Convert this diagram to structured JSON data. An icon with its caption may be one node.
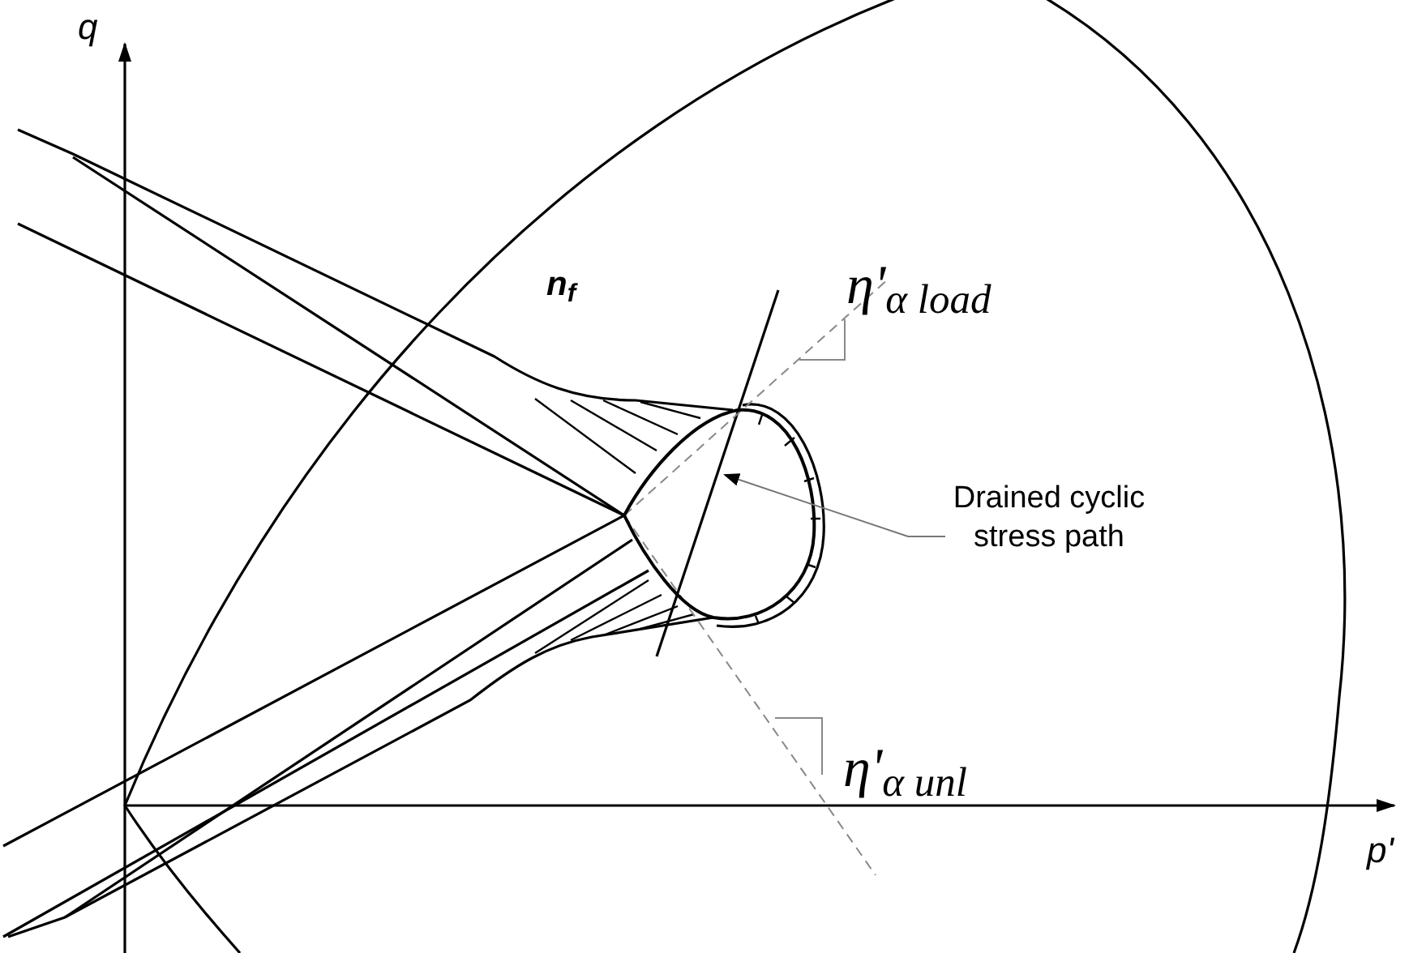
{
  "diagram": {
    "nodes": [
      {
        "text": [
          "Drained cyclic stress path"
        ]
      },
      {
        "text": [],
        "shape": "loop"
      }
    ],
    "edges": [
      {
        "from": 0,
        "to": 1,
        "arrow": "to"
      }
    ],
    "labels": [
      "q",
      "p'",
      "n$_{f}$",
      "η'$_{α load}$",
      "η'$_{α unl}$"
    ]
  }
}
